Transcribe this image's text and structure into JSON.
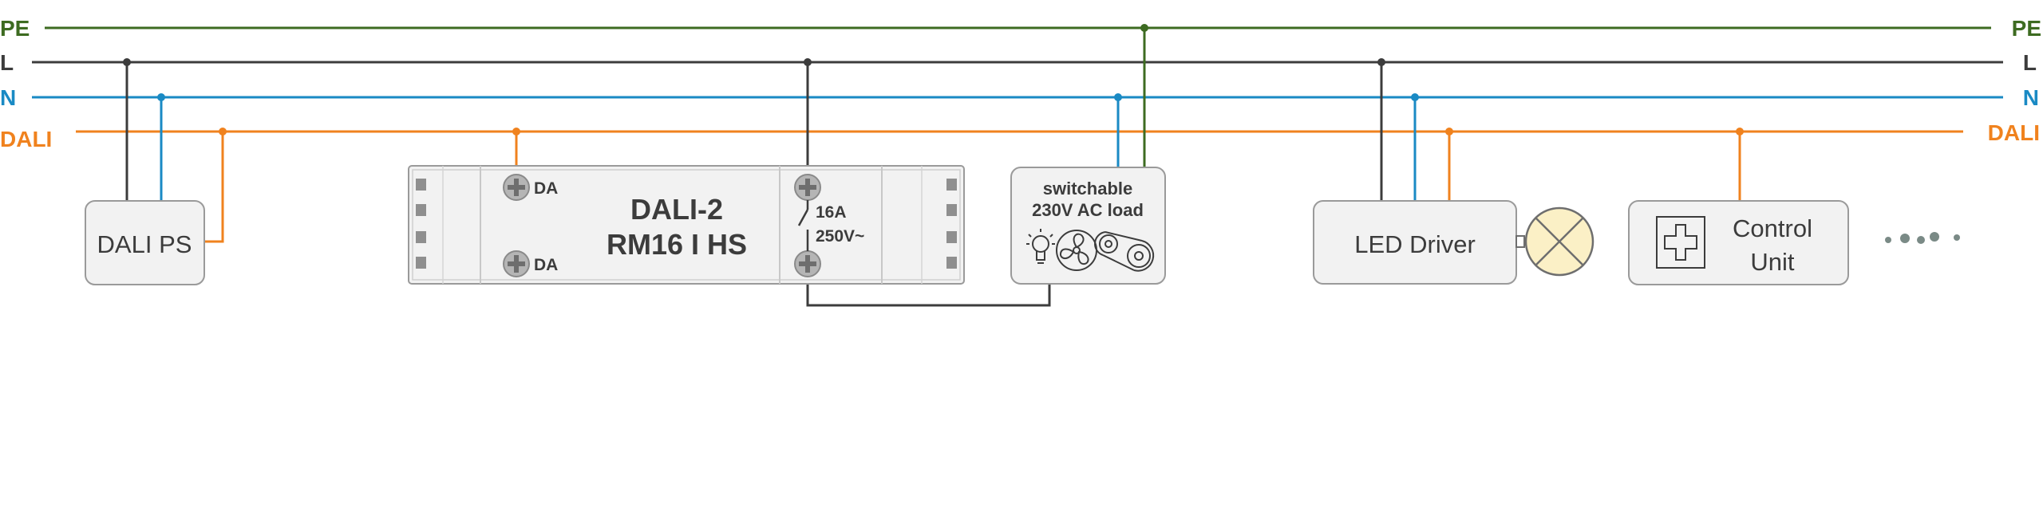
{
  "colors": {
    "pe": "#3d6b21",
    "l": "#3c3c3c",
    "n": "#1a8ac4",
    "dali": "#f0821e",
    "box_fill": "#f2f2f2",
    "box_stroke": "#9a9a9a",
    "lamp_fill": "#fbf0c6",
    "text": "#3c3c3c"
  },
  "buses": {
    "pe": "PE",
    "l": "L",
    "n": "N",
    "dali": "DALI"
  },
  "devices": {
    "dali_ps": {
      "label": "DALI PS"
    },
    "rm16": {
      "name_line1": "DALI-2",
      "name_line2": "RM16 I HS",
      "terminal_1": "DA",
      "terminal_2": "DA",
      "rating_1": "16A",
      "rating_2": "250V~"
    },
    "load": {
      "line1": "switchable",
      "line2": "230V AC load",
      "icons": [
        "bulb-icon",
        "fan-icon",
        "belt-drive-icon"
      ]
    },
    "led_driver": {
      "label": "LED Driver",
      "lamp_icon": "lamp-icon"
    },
    "control_unit": {
      "line1": "Control",
      "line2": "Unit",
      "icon": "control-panel-icon"
    },
    "continuation": {
      "icon": "ellipsis-dots-icon"
    }
  }
}
